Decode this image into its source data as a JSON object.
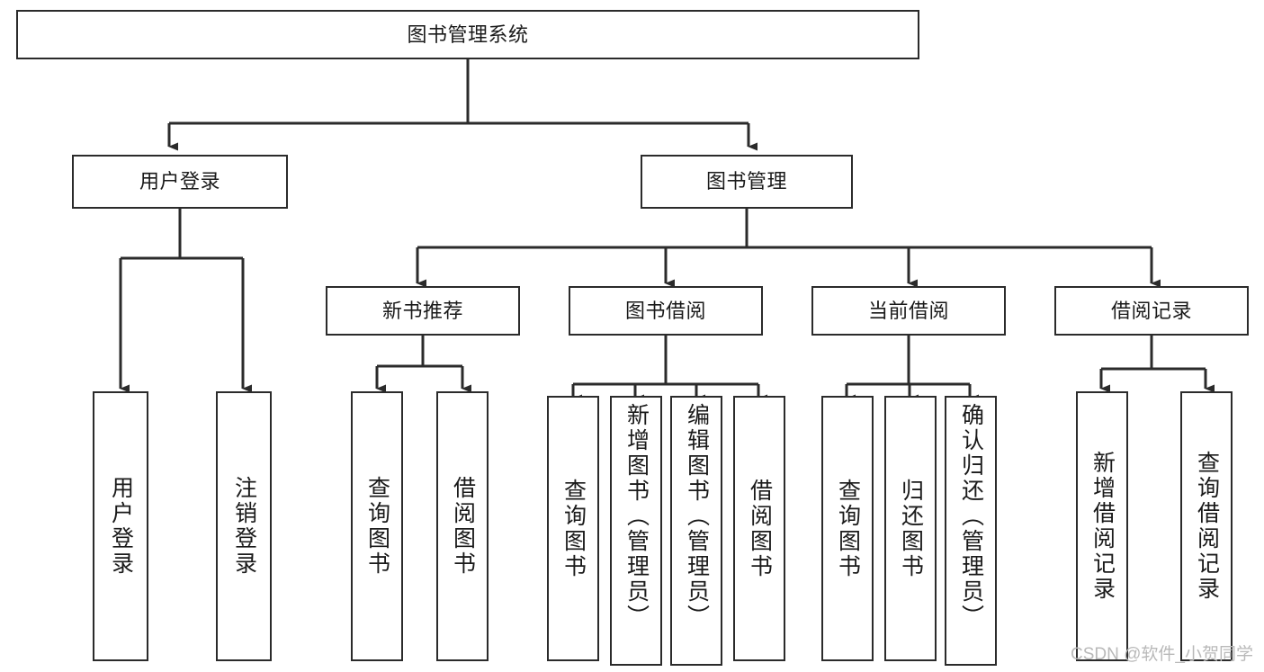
{
  "diagram": {
    "type": "tree-hierarchy-flowchart",
    "title": "图书管理系统",
    "colors": {
      "box_border": "#2b2b2b",
      "box_fill": "#ffffff",
      "edge": "#2b2b2b",
      "text": "#1a1a1a",
      "watermark": "#b9b9b9",
      "background": "#ffffff"
    },
    "nodes": {
      "root": {
        "label": "图书管理系统"
      },
      "level1": [
        {
          "id": "user-login",
          "label": "用户登录"
        },
        {
          "id": "book-management",
          "label": "图书管理"
        }
      ],
      "level2": [
        {
          "id": "new-book-recommend",
          "label": "新书推荐",
          "parent": "book-management"
        },
        {
          "id": "book-borrow",
          "label": "图书借阅",
          "parent": "book-management"
        },
        {
          "id": "current-borrow",
          "label": "当前借阅",
          "parent": "book-management"
        },
        {
          "id": "borrow-record",
          "label": "借阅记录",
          "parent": "book-management"
        }
      ],
      "leaves": [
        {
          "id": "leaf-user-login",
          "label": "用户登录",
          "parent": "user-login"
        },
        {
          "id": "leaf-logout-login",
          "label": "注销登录",
          "parent": "user-login"
        },
        {
          "id": "leaf-query-book-1",
          "label": "查询图书",
          "parent": "new-book-recommend"
        },
        {
          "id": "leaf-borrow-book-1",
          "label": "借阅图书",
          "parent": "new-book-recommend"
        },
        {
          "id": "leaf-query-book-2",
          "label": "查询图书",
          "parent": "book-borrow"
        },
        {
          "id": "leaf-add-book-admin",
          "label": "新增图书（管理员）",
          "parent": "book-borrow"
        },
        {
          "id": "leaf-edit-book-admin",
          "label": "编辑图书（管理员）",
          "parent": "book-borrow"
        },
        {
          "id": "leaf-borrow-book-2",
          "label": "借阅图书",
          "parent": "book-borrow"
        },
        {
          "id": "leaf-query-book-3",
          "label": "查询图书",
          "parent": "current-borrow"
        },
        {
          "id": "leaf-return-book",
          "label": "归还图书",
          "parent": "current-borrow"
        },
        {
          "id": "leaf-confirm-return-admin",
          "label": "确认归还（管理员）",
          "parent": "current-borrow"
        },
        {
          "id": "leaf-add-borrow-record",
          "label": "新增借阅记录",
          "parent": "borrow-record"
        },
        {
          "id": "leaf-query-borrow-record",
          "label": "查询借阅记录",
          "parent": "borrow-record"
        }
      ]
    },
    "watermark": "CSDN @软件_小贺同学"
  }
}
